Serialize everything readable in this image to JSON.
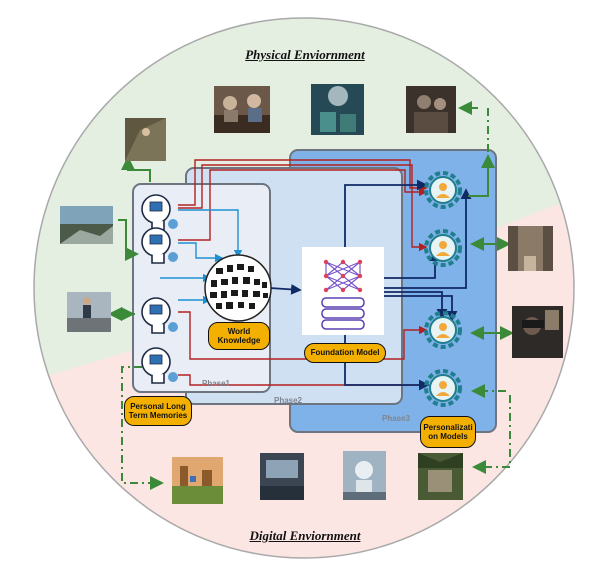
{
  "environments": {
    "physical": "Physical Enviornment",
    "digital": "Digital Enviornment"
  },
  "phases": {
    "phase1": "Phase1",
    "phase2": "Phase2",
    "phase3": "Phase3"
  },
  "labels": {
    "world_knowledge": "World Knowledge",
    "foundation_model": "Foundation Model",
    "personal_memories": "Personal Long Term Memories",
    "personalization_models": "Personalizati on Models"
  },
  "colors": {
    "physical_bg": "#e4efe1",
    "digital_bg": "#fbe6e3",
    "phase1_box": "#e9eef6",
    "phase2_box": "#cfe0f3",
    "phase3_box": "#7fb2e8",
    "label_yellow": "#f4b000",
    "green_arrow": "#3a8a3a",
    "red_arrow": "#b32020",
    "navy_arrow": "#102a66",
    "cyan_arrow": "#1e8fd0",
    "gear_teal": "#1f7f8e"
  }
}
